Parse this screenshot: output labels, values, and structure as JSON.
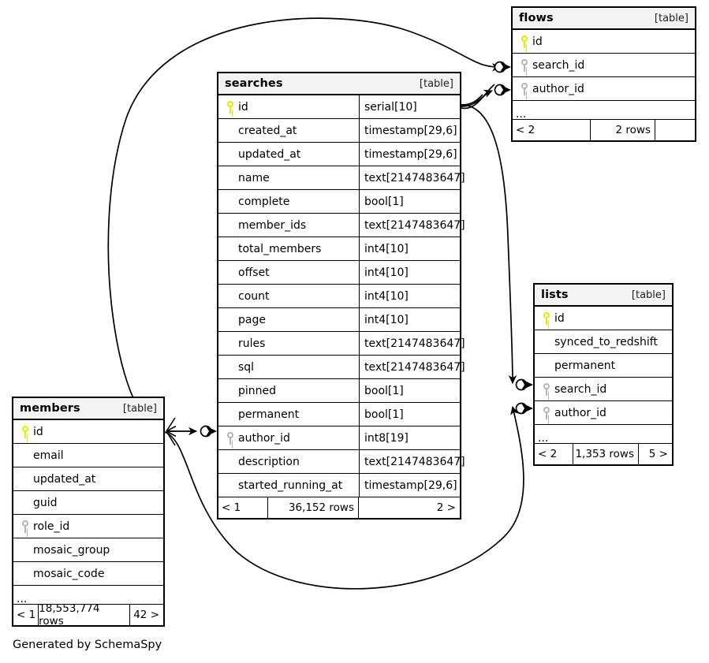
{
  "diagram": {
    "credit": "Generated by SchemaSpy",
    "table_kind_label": "[table]",
    "ellipsis": "...",
    "colors": {
      "primary_key": "#e8e800",
      "foreign_key": "#b4b4b4",
      "header_bg": "#f3f3f3",
      "border": "#000000",
      "background": "#ffffff"
    }
  },
  "tables": {
    "searches": {
      "name": "searches",
      "kind": "[table]",
      "columns": [
        {
          "name": "id",
          "type": "serial[10]",
          "key": "pk"
        },
        {
          "name": "created_at",
          "type": "timestamp[29,6]",
          "key": ""
        },
        {
          "name": "updated_at",
          "type": "timestamp[29,6]",
          "key": ""
        },
        {
          "name": "name",
          "type": "text[2147483647]",
          "key": ""
        },
        {
          "name": "complete",
          "type": "bool[1]",
          "key": ""
        },
        {
          "name": "member_ids",
          "type": "text[2147483647]",
          "key": ""
        },
        {
          "name": "total_members",
          "type": "int4[10]",
          "key": ""
        },
        {
          "name": "offset",
          "type": "int4[10]",
          "key": ""
        },
        {
          "name": "count",
          "type": "int4[10]",
          "key": ""
        },
        {
          "name": "page",
          "type": "int4[10]",
          "key": ""
        },
        {
          "name": "rules",
          "type": "text[2147483647]",
          "key": ""
        },
        {
          "name": "sql",
          "type": "text[2147483647]",
          "key": ""
        },
        {
          "name": "pinned",
          "type": "bool[1]",
          "key": ""
        },
        {
          "name": "permanent",
          "type": "bool[1]",
          "key": ""
        },
        {
          "name": "author_id",
          "type": "int8[19]",
          "key": "fk"
        },
        {
          "name": "description",
          "type": "text[2147483647]",
          "key": ""
        },
        {
          "name": "started_running_at",
          "type": "timestamp[29,6]",
          "key": ""
        }
      ],
      "has_ellipsis": false,
      "footer": {
        "prev": "< 1",
        "rows": "36,152 rows",
        "next": "2 >"
      }
    },
    "flows": {
      "name": "flows",
      "kind": "[table]",
      "columns": [
        {
          "name": "id",
          "type": "",
          "key": "pk"
        },
        {
          "name": "search_id",
          "type": "",
          "key": "fk"
        },
        {
          "name": "author_id",
          "type": "",
          "key": "fk"
        }
      ],
      "has_ellipsis": true,
      "footer": {
        "prev": "< 2",
        "rows": "2 rows",
        "next": ""
      }
    },
    "lists": {
      "name": "lists",
      "kind": "[table]",
      "columns": [
        {
          "name": "id",
          "type": "",
          "key": "pk"
        },
        {
          "name": "synced_to_redshift",
          "type": "",
          "key": ""
        },
        {
          "name": "permanent",
          "type": "",
          "key": ""
        },
        {
          "name": "search_id",
          "type": "",
          "key": "fk"
        },
        {
          "name": "author_id",
          "type": "",
          "key": "fk"
        }
      ],
      "has_ellipsis": true,
      "footer": {
        "prev": "< 2",
        "rows": "1,353 rows",
        "next": "5 >"
      }
    },
    "members": {
      "name": "members",
      "kind": "[table]",
      "columns": [
        {
          "name": "id",
          "type": "",
          "key": "pk"
        },
        {
          "name": "email",
          "type": "",
          "key": ""
        },
        {
          "name": "updated_at",
          "type": "",
          "key": ""
        },
        {
          "name": "guid",
          "type": "",
          "key": ""
        },
        {
          "name": "role_id",
          "type": "",
          "key": "fk"
        },
        {
          "name": "mosaic_group",
          "type": "",
          "key": ""
        },
        {
          "name": "mosaic_code",
          "type": "",
          "key": ""
        }
      ],
      "has_ellipsis": true,
      "footer": {
        "prev": "< 1",
        "rows": "18,553,774 rows",
        "next": "42 >"
      }
    }
  },
  "relationships": [
    {
      "name": "members-id-to-flows-author-id",
      "from": "members.id",
      "to": "flows.author_id"
    },
    {
      "name": "searches-id-to-flows-search-id",
      "from": "searches.id",
      "to": "flows.search_id"
    },
    {
      "name": "searches-id-to-lists-search-id",
      "from": "searches.id",
      "to": "lists.search_id"
    },
    {
      "name": "members-id-to-lists-author-id",
      "from": "members.id",
      "to": "lists.author_id"
    },
    {
      "name": "members-id-to-searches-author-id",
      "from": "members.id",
      "to": "searches.author_id"
    }
  ]
}
